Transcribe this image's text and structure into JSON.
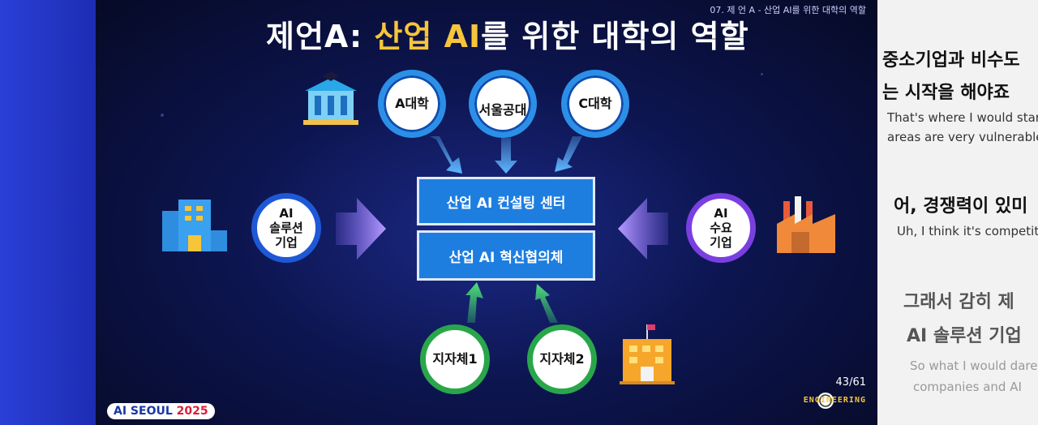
{
  "header_text": "07. 제 언 A - 산업 AI를 위한 대학의 역할",
  "title": {
    "prefix": "제언A: ",
    "highlight1": "산업 AI",
    "suffix": "를 위한 대학의 역할"
  },
  "universities": {
    "a": "A대학",
    "b": "서울공대",
    "c": "C대학"
  },
  "left_node": "AI\n솔루션\n기업",
  "right_node": "AI\n수요\n기업",
  "center": {
    "top": "산업 AI 컨설팅 센터",
    "bottom": "산업 AI 혁신협의체"
  },
  "bottom_nodes": {
    "one": "지자체1",
    "two": "지자체2"
  },
  "slide_number": "43/61",
  "event_badge": {
    "name": "AI SEOUL ",
    "year": "2025"
  },
  "engineering_label": "ENGINEERING",
  "transcript": {
    "line1_ko": "중소기업과 비수도",
    "line2_ko": "는 시작을 해야죠",
    "line1_en": "That's where I would star",
    "line2_en": "areas are very vulnerable",
    "line3_ko": "어, 경쟁력이 있미",
    "line3_en": "Uh, I think it's competiti",
    "line4_ko": "그래서 감히 제",
    "line5_ko": "AI 솔루션 기업",
    "line4_en": "So what I would dare",
    "line5_en": "companies and AI"
  },
  "colors": {
    "accent": "#f6c53a",
    "box": "#1e7ee0",
    "green": "#2aa64a",
    "purple": "#7a3fe0"
  }
}
